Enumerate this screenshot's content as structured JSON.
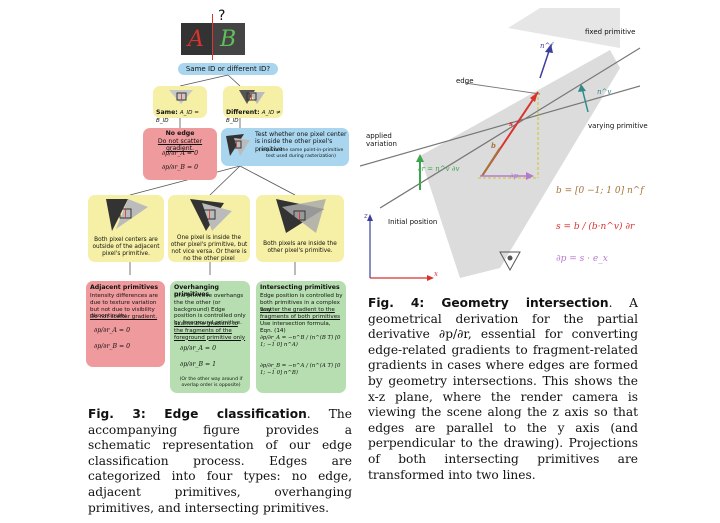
{
  "fig3": {
    "top": {
      "A": "A",
      "B": "B",
      "question": "?"
    },
    "same_or_diff": "Same ID or different ID?",
    "same_label": "Same:",
    "same_math": "A_ID = B_ID",
    "diff_label": "Different:",
    "diff_math": "A_ID ≠ B_ID",
    "no_edge": {
      "title": "No edge",
      "note": "Do not scatter gradient.",
      "eq1": "∂p/∂r_A = 0",
      "eq2": "∂p/∂r_B = 0"
    },
    "test": {
      "text": "Test whether one pixel center is inside the other pixel's primitive",
      "note": "(requires the same point-in-primitive test used during rasterization)"
    },
    "case_adjacent": "Both pixel centers are outside of the adjacent pixel's primitive.",
    "case_overhang": "One pixel is inside the other pixel's primitive, but not vice versa. Or there is no the other pixel",
    "case_intersect": "Both pixels are inside the other pixel's primitive.",
    "adjacent": {
      "title": "Adjacent primitives",
      "body": "Intensity differences are due to texture variation but not due to visibility discontinuity.",
      "note": "Do not scatter gradient.",
      "eq1": "∂p/∂r_A = 0",
      "eq2": "∂p/∂r_B = 0"
    },
    "overhang": {
      "title": "Overhanging primitives",
      "body": "One primitive overhangs the the other (or background) Edge position is controlled only by foreground primitive.",
      "note": "Scatter the gradient to the fragments of the foreground primitive only",
      "eq1": "∂p/∂r_A = 0",
      "eq2": "∂p/∂r_B = 1",
      "footnote": "(Or the other way around if overlap order is opposite)"
    },
    "intersect": {
      "title": "Intersecting primitives",
      "body": "Edge position is controlled by both primitives in a complex way",
      "note": "Scatter the gradient to the fragments of both primitives",
      "formula": "Use intersection formula, Eqn. (14)",
      "eq1": "∂p/∂r_A = −n^B / (n^(B T) [0 1; −1 0] n^A)",
      "eq2": "∂p/∂r_B = −n^A / (n^(A T) [0 1; −1 0] n^B)"
    },
    "caption_label": "Fig. 3: Edge classification",
    "caption_text": ". The accompanying figure provides a schematic representation of our edge classification process. Edges are categorized into four types: no edge, adjacent primitives, overhanging primitives, and intersecting primitives."
  },
  "fig4": {
    "labels": {
      "fixed_primitive": "fixed primitive",
      "nf": "n^f",
      "edge": "edge",
      "nv": "n^v",
      "applied_variation": "applied\nvariation",
      "varying_primitive": "varying primitive",
      "s": "s",
      "b": "b",
      "dr_eq": "∂r = n^v ∂v",
      "dp": "∂p",
      "initial_position": "Initial position",
      "z": "z",
      "x": "x"
    },
    "equations": {
      "b": "b = [0 −1; 1 0] n^f",
      "s": "s = b / (b·n^v) ∂r",
      "dp": "∂p = s · e_x"
    },
    "caption_label": "Fig. 4: Geometry intersection",
    "caption_text": ". A geometrical derivation for the partial derivative ∂p/∂r, essential for converting edge-related gradients to fragment-related gradients in cases where edges are formed by geometry intersections. This shows the x-z plane, where the render camera is viewing the scene along the z axis so that edges are parallel to the y axis (and perpendicular to the drawing). Projections of both intersecting primitives are transformed into two lines."
  },
  "colors": {
    "yellow": "#f6f0a6",
    "red": "#ef9a9d",
    "blue": "#a9d6ee",
    "green": "#b7deb0",
    "s_red": "#d8332f",
    "b_brown": "#a6743a",
    "n_blue": "#3b3fa0",
    "n_teal": "#2f8a8a",
    "dp_purple": "#b57ad0",
    "dr_green": "#3ca64a"
  }
}
